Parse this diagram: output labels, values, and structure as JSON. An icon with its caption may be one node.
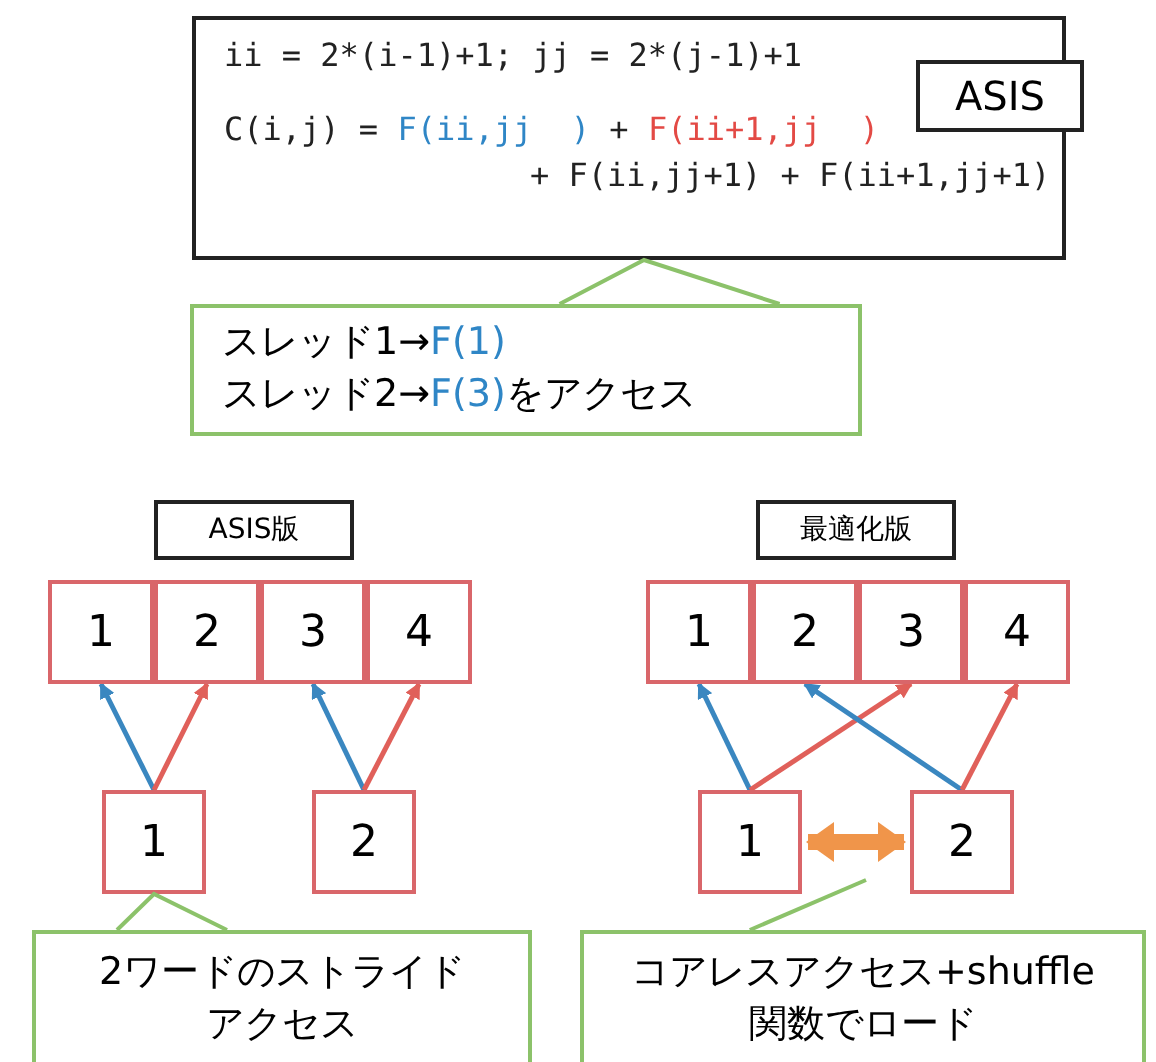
{
  "diagram": {
    "nodes": [
      {
        "text": [
          "ii = 2*(i-1)+1; jj = 2*(j-1)+1",
          "C(i,j) = ",
          "F(ii,jj  )",
          " + ",
          "F(ii+1,jj  )",
          "+ F(ii,jj+1) + F(ii+1,jj+1)"
        ]
      },
      {
        "text": [
          "ASIS"
        ]
      },
      {
        "text": [
          "スレッド1→",
          "F(1)",
          "スレッド2→",
          "F(3)",
          "をアクセス"
        ]
      },
      {
        "text": [
          "ASIS版"
        ]
      },
      {
        "text": [
          "最適化版"
        ]
      },
      {
        "text": [
          "1"
        ]
      },
      {
        "text": [
          "2"
        ]
      },
      {
        "text": [
          "3"
        ]
      },
      {
        "text": [
          "4"
        ]
      },
      {
        "text": [
          "1"
        ]
      },
      {
        "text": [
          "2"
        ]
      },
      {
        "text": [
          "1"
        ]
      },
      {
        "text": [
          "2"
        ]
      },
      {
        "text": [
          "3"
        ]
      },
      {
        "text": [
          "4"
        ]
      },
      {
        "text": [
          "1"
        ]
      },
      {
        "text": [
          "2"
        ]
      },
      {
        "text": [
          "2ワードのストライドアクセス"
        ]
      },
      {
        "text": [
          "コアレスアクセス+shuffle関数でロード"
        ]
      }
    ],
    "edges": [
      {
        "from": 2,
        "to": 0,
        "arrow": "none",
        "color": "#8cc26a"
      },
      {
        "from": 9,
        "to": 5,
        "arrow": "to",
        "color": "#3a87c0"
      },
      {
        "from": 9,
        "to": 6,
        "arrow": "to",
        "color": "#e0605a"
      },
      {
        "from": 10,
        "to": 7,
        "arrow": "to",
        "color": "#3a87c0"
      },
      {
        "from": 10,
        "to": 8,
        "arrow": "to",
        "color": "#e0605a"
      },
      {
        "from": 15,
        "to": 11,
        "arrow": "to",
        "color": "#3a87c0"
      },
      {
        "from": 15,
        "to": 13,
        "arrow": "to",
        "color": "#e0605a"
      },
      {
        "from": 16,
        "to": 12,
        "arrow": "to",
        "color": "#3a87c0"
      },
      {
        "from": 16,
        "to": 14,
        "arrow": "to",
        "color": "#e0605a"
      },
      {
        "from": 15,
        "to": 16,
        "arrow": "both",
        "style": "thick",
        "color": "#f0954a"
      },
      {
        "from": 17,
        "to": 9,
        "arrow": "none",
        "color": "#8cc26a"
      },
      {
        "from": 18,
        "to": null,
        "arrow": "none",
        "color": "#8cc26a"
      }
    ]
  }
}
